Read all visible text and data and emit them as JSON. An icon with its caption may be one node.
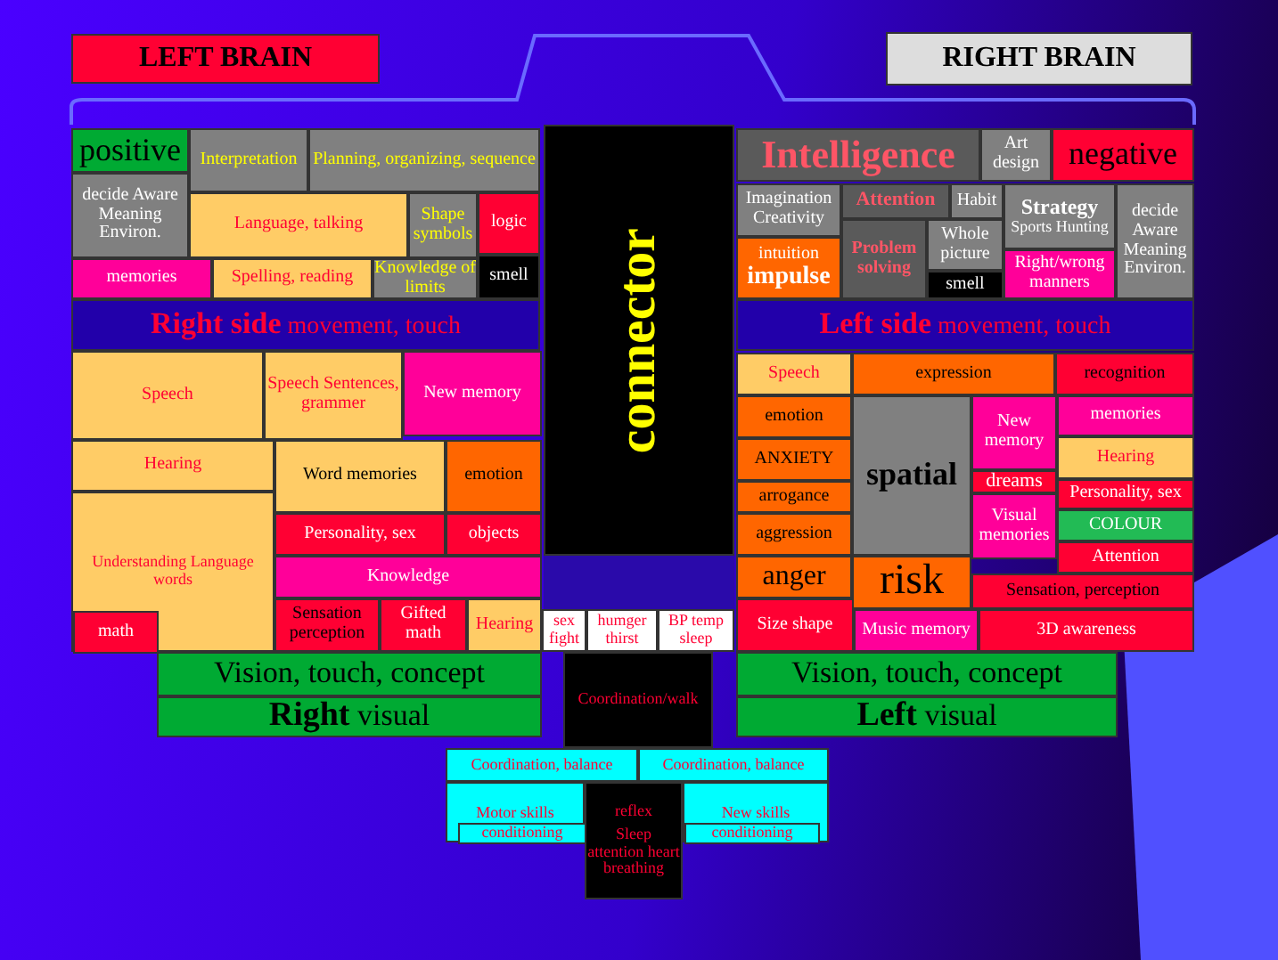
{
  "diagram": {
    "nodes": [
      {
        "text": [
          "LEFT BRAIN"
        ]
      },
      {
        "text": [
          "RIGHT BRAIN"
        ]
      },
      {
        "text": [
          "positive"
        ]
      },
      {
        "text": [
          "Interpretation"
        ]
      },
      {
        "text": [
          "Planning, organizing, sequence"
        ]
      },
      {
        "text": [
          "decide Aware Meaning Environ."
        ]
      },
      {
        "text": [
          "Language, talking"
        ]
      },
      {
        "text": [
          "Shape symbols"
        ]
      },
      {
        "text": [
          "logic"
        ]
      },
      {
        "text": [
          "memories"
        ]
      },
      {
        "text": [
          "Spelling, reading"
        ]
      },
      {
        "text": [
          "Knowledge of limits"
        ]
      },
      {
        "text": [
          "smell"
        ]
      },
      {
        "text": [
          "**Right side** movement, touch"
        ]
      },
      {
        "text": [
          "Speech"
        ]
      },
      {
        "text": [
          "Speech Sentences, grammer"
        ]
      },
      {
        "text": [
          "New memory"
        ]
      },
      {
        "text": [
          "Hearing"
        ]
      },
      {
        "text": [
          "Word memories"
        ]
      },
      {
        "text": [
          "emotion"
        ]
      },
      {
        "text": [
          "Understanding Language words"
        ]
      },
      {
        "text": [
          "Personality, sex"
        ]
      },
      {
        "text": [
          "objects"
        ]
      },
      {
        "text": [
          "Knowledge"
        ]
      },
      {
        "text": [
          "math"
        ],
        "in": 20
      },
      {
        "text": [
          "Sensation perception"
        ]
      },
      {
        "text": [
          "Gifted math"
        ]
      },
      {
        "text": [
          "Hearing"
        ]
      },
      {
        "text": [
          "connector"
        ]
      },
      {
        "text": [
          "sex fight"
        ]
      },
      {
        "text": [
          "humger thirst"
        ]
      },
      {
        "text": [
          "BP temp sleep"
        ]
      },
      {
        "text": [
          "Intelligence"
        ]
      },
      {
        "text": [
          "Art design"
        ]
      },
      {
        "text": [
          "negative"
        ]
      },
      {
        "text": [
          "Imagination Creativity"
        ]
      },
      {
        "text": [
          "Attention"
        ]
      },
      {
        "text": [
          "Habit"
        ]
      },
      {
        "text": [
          "Strategy",
          "Sports Hunting"
        ]
      },
      {
        "text": [
          "decide Aware Meaning Environ."
        ]
      },
      {
        "text": [
          "intuition",
          "impulse"
        ]
      },
      {
        "text": [
          "Problem solving"
        ]
      },
      {
        "text": [
          "Whole picture"
        ]
      },
      {
        "text": [
          "smell"
        ]
      },
      {
        "text": [
          "Right/wrong manners"
        ]
      },
      {
        "text": [
          "**Left side** movement, touch"
        ]
      },
      {
        "text": [
          "Speech"
        ]
      },
      {
        "text": [
          "expression"
        ]
      },
      {
        "text": [
          "recognition"
        ]
      },
      {
        "text": [
          "emotion"
        ]
      },
      {
        "text": [
          "ANXIETY"
        ]
      },
      {
        "text": [
          "arrogance"
        ]
      },
      {
        "text": [
          "aggression"
        ]
      },
      {
        "text": [
          "spatial"
        ]
      },
      {
        "text": [
          "New memory"
        ]
      },
      {
        "text": [
          "dreams"
        ]
      },
      {
        "text": [
          "Visual memories"
        ]
      },
      {
        "text": [
          "memories"
        ]
      },
      {
        "text": [
          "Hearing"
        ]
      },
      {
        "text": [
          "Personality, sex"
        ]
      },
      {
        "text": [
          "COLOUR"
        ]
      },
      {
        "text": [
          "Attention"
        ]
      },
      {
        "text": [
          "anger"
        ]
      },
      {
        "text": [
          "risk"
        ]
      },
      {
        "text": [
          "Sensation, perception"
        ]
      },
      {
        "text": [
          "Size shape"
        ]
      },
      {
        "text": [
          "Music memory"
        ]
      },
      {
        "text": [
          "3D awareness"
        ]
      },
      {
        "text": [
          "Vision, touch, concept"
        ]
      },
      {
        "text": [
          "**Right** visual"
        ]
      },
      {
        "text": [
          "Coordination/walk"
        ]
      },
      {
        "text": [
          "Vision, touch, concept"
        ]
      },
      {
        "text": [
          "**Left** visual"
        ]
      },
      {
        "text": [
          "Coordination, balance"
        ]
      },
      {
        "text": [
          "Coordination, balance"
        ]
      },
      {
        "text": [
          "Motor skills"
        ]
      },
      {
        "text": [
          "conditioning"
        ],
        "in": 75
      },
      {
        "text": [
          "reflex",
          "Sleep attention heart breathing"
        ]
      },
      {
        "text": [
          "New skills"
        ]
      },
      {
        "text": [
          "conditioning"
        ],
        "in": 78
      }
    ]
  }
}
